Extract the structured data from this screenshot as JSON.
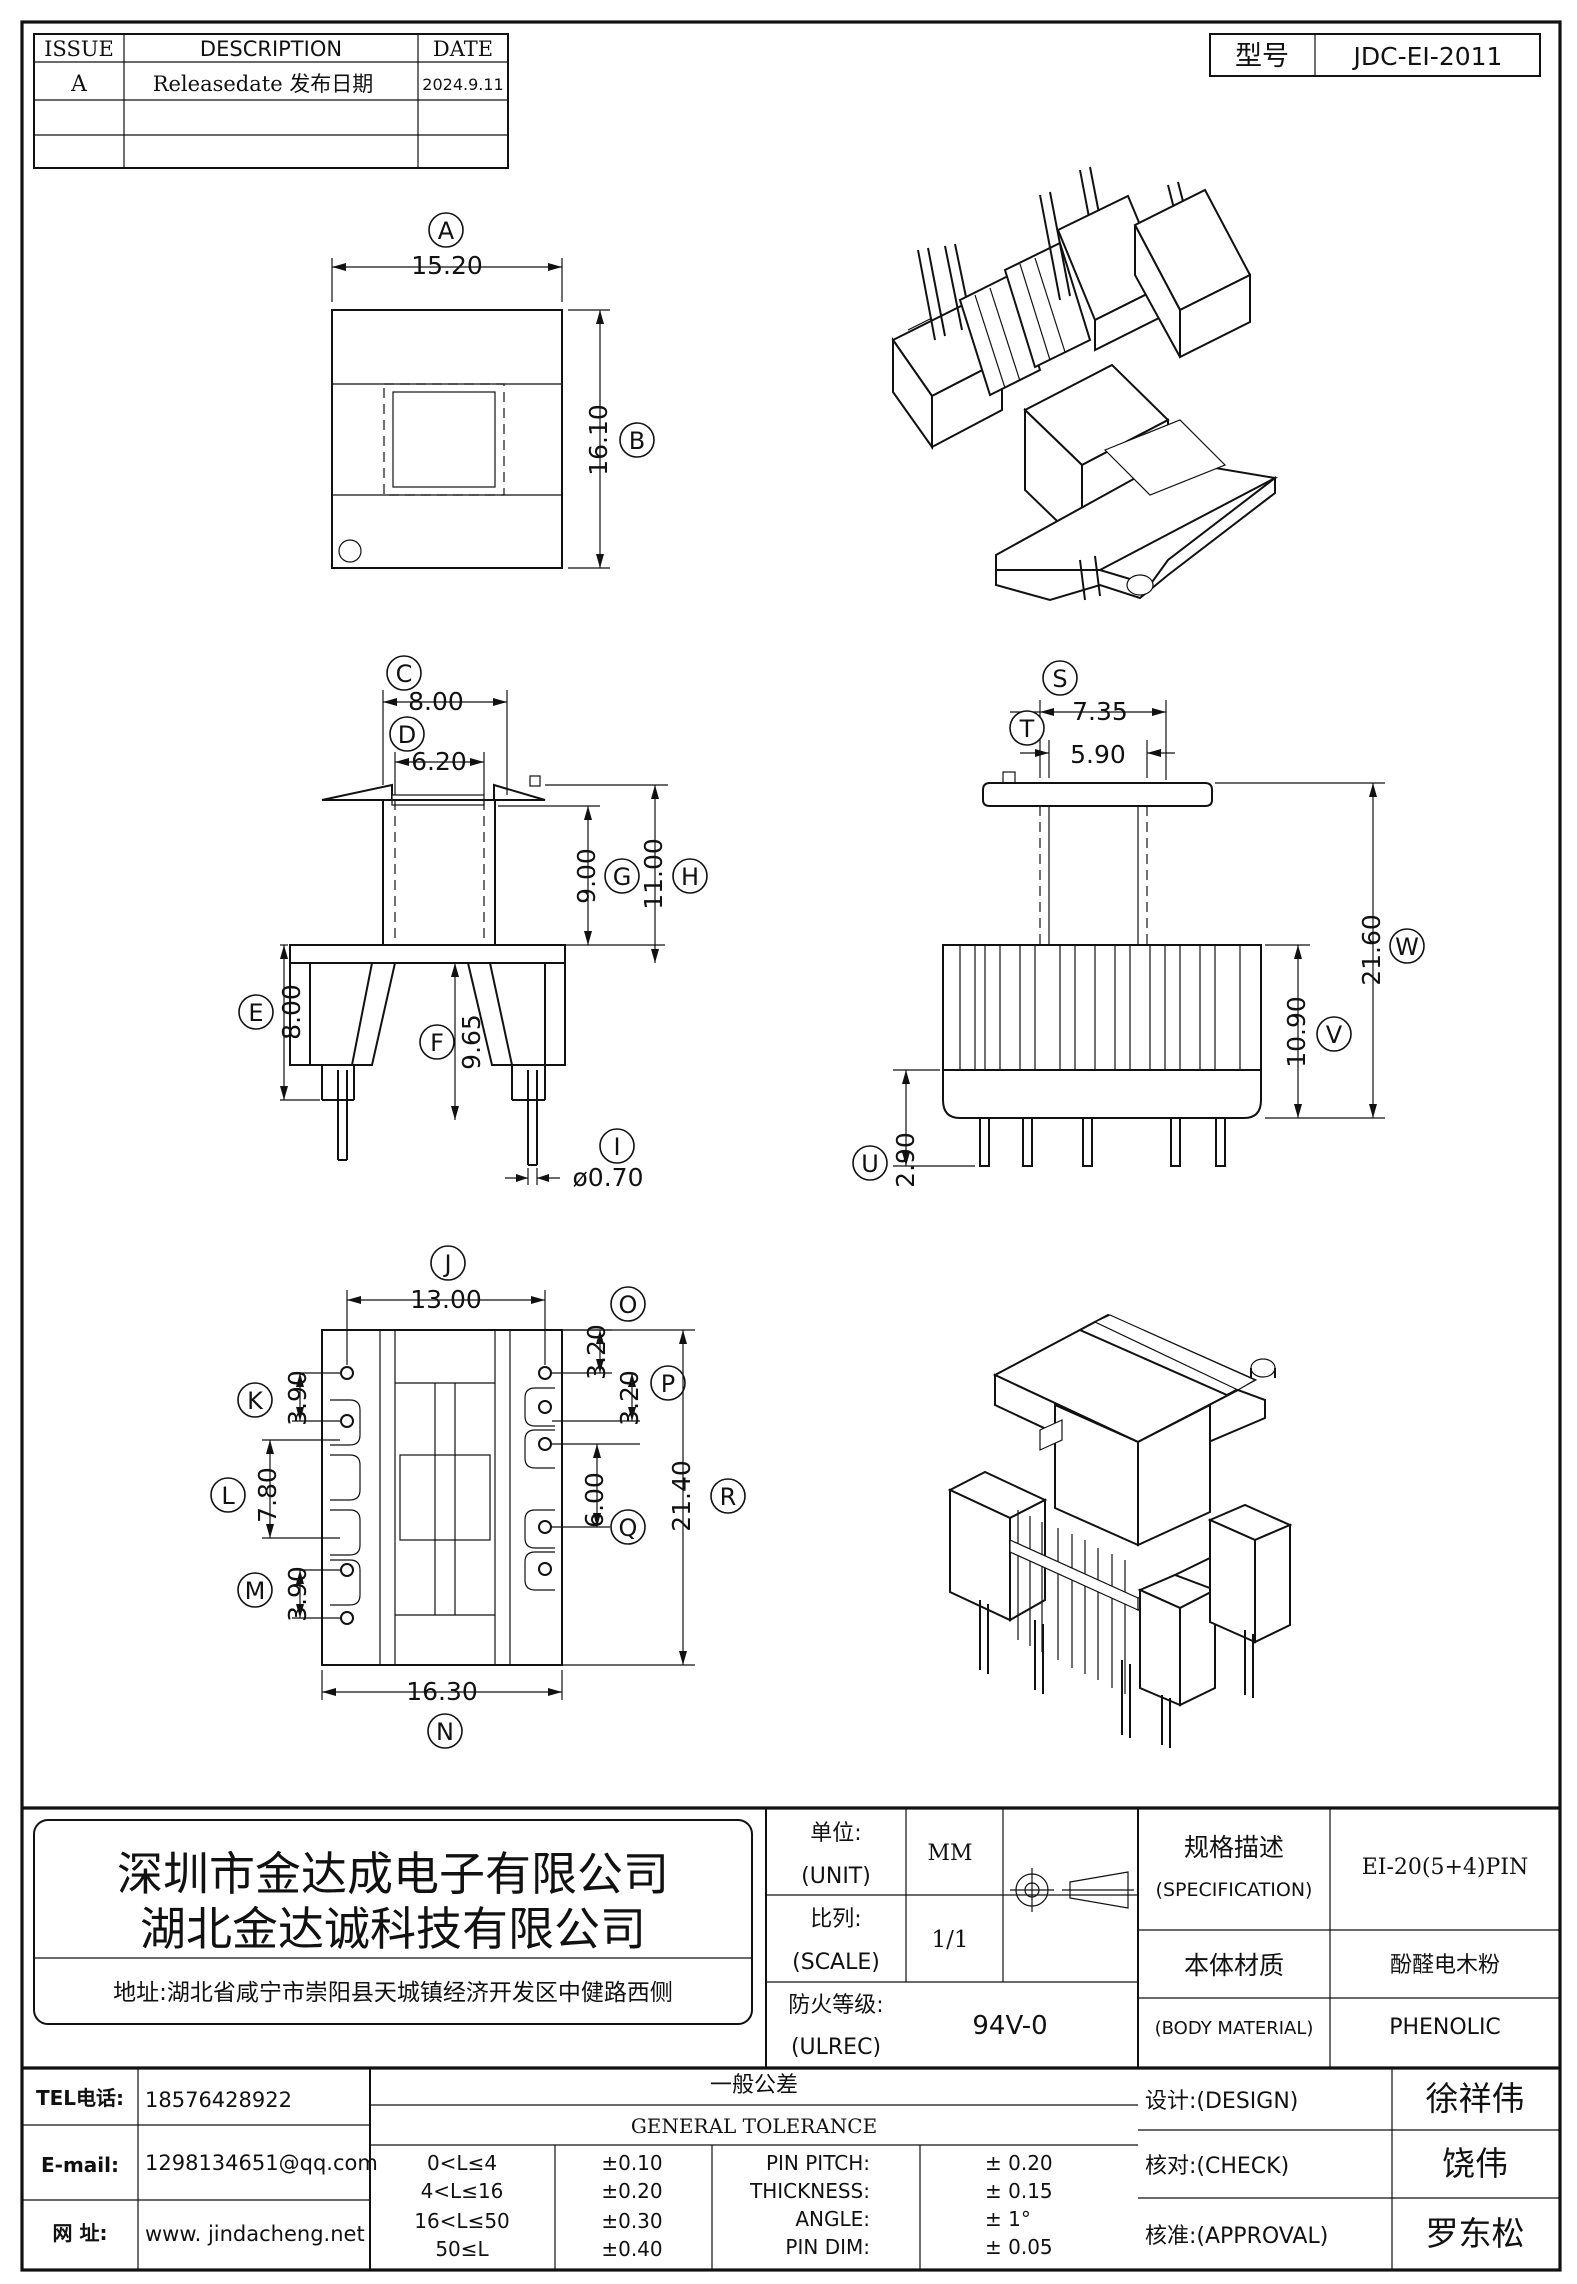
{
  "revision_table": {
    "headers": {
      "issue": "ISSUE",
      "description": "DESCRIPTION",
      "date": "DATE"
    },
    "rows": [
      {
        "issue": "A",
        "description": "Releasedate 发布日期",
        "date": "2024.9.11"
      }
    ]
  },
  "model": {
    "label": "型号",
    "value": "JDC-EI-2011"
  },
  "top_view": {
    "dim_a": "15.20",
    "dim_b": "16.10",
    "label_a": "A",
    "label_b": "B"
  },
  "front_view": {
    "dim_c": "8.00",
    "dim_d": "6.20",
    "dim_g": "9.00",
    "dim_h": "11.00",
    "dim_e": "8.00",
    "dim_f": "9.65",
    "dim_i": "ø0.70",
    "label_c": "C",
    "label_d": "D",
    "label_g": "G",
    "label_h": "H",
    "label_e": "E",
    "label_f": "F",
    "label_i": "I"
  },
  "side_view": {
    "dim_s": "7.35",
    "dim_t": "5.90",
    "dim_w": "21.60",
    "dim_v": "10.90",
    "dim_u": "2.90",
    "label_s": "S",
    "label_t": "T",
    "label_w": "W",
    "label_v": "V",
    "label_u": "U"
  },
  "bottom_view": {
    "dim_j": "13.00",
    "dim_o": "3.20",
    "dim_p": "3.20",
    "dim_k": "3.90",
    "dim_l": "7.80",
    "dim_m": "3.90",
    "dim_q": "6.00",
    "dim_r": "21.40",
    "dim_n": "16.30",
    "label_j": "J",
    "label_o": "O",
    "label_p": "P",
    "label_k": "K",
    "label_l": "L",
    "label_m": "M",
    "label_q": "Q",
    "label_r": "R",
    "label_n": "N"
  },
  "company": {
    "name_line1": "深圳市金达成电子有限公司",
    "name_line2": "湖北金达诚科技有限公司",
    "address": "地址:湖北省咸宁市崇阳县天城镇经济开发区中健路西侧"
  },
  "specs": {
    "unit_cn": "单位:",
    "unit_en": "(UNIT)",
    "unit_value": "MM",
    "scale_cn": "比列:",
    "scale_en": "(SCALE)",
    "scale_value": "1/1",
    "ulrec_cn": "防火等级:",
    "ulrec_en": "(ULREC)",
    "ulrec_value": "94V-0",
    "spec_cn": "规格描述",
    "spec_en": "(SPECIFICATION)",
    "spec_value": "EI-20(5+4)PIN",
    "material_cn": "本体材质",
    "material_en": "(BODY MATERIAL)",
    "material_value_cn": "酚醛电木粉",
    "material_value_en": "PHENOLIC"
  },
  "contact": {
    "tel_label": "TEL电话:",
    "tel_value": "18576428922",
    "email_label": "E-mail:",
    "email_value": "1298134651@qq.com",
    "web_label": "网   址:",
    "web_value": "www. jindacheng.net"
  },
  "tolerance": {
    "title_cn": "一般公差",
    "title_en": "GENERAL TOLERANCE",
    "ranges": [
      {
        "range": "0<L≤4",
        "tol": "±0.10"
      },
      {
        "range": "4<L≤16",
        "tol": "±0.20"
      },
      {
        "range": "16<L≤50",
        "tol": "±0.30"
      },
      {
        "range": "50≤L",
        "tol": "±0.40"
      }
    ],
    "items": [
      {
        "name": "PIN PITCH:",
        "value": "±  0.20"
      },
      {
        "name": "THICKNESS:",
        "value": "±  0.15"
      },
      {
        "name": "ANGLE:",
        "value": "±  1°"
      },
      {
        "name": "PIN DIM:",
        "value": "±  0.05"
      }
    ]
  },
  "signoff": {
    "design_label": "设计:(DESIGN)",
    "design_name": "徐祥伟",
    "check_label": "核对:(CHECK)",
    "check_name": "饶伟",
    "approval_label": "核准:(APPROVAL)",
    "approval_name": "罗东松"
  }
}
